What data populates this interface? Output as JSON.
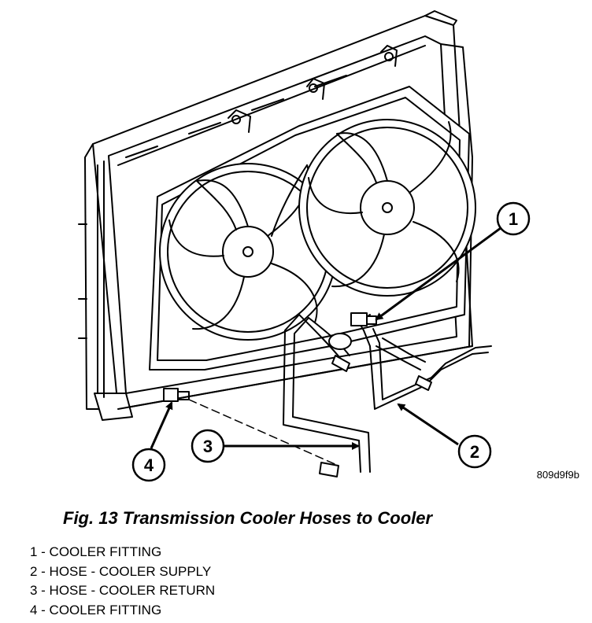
{
  "figure": {
    "reference_code": "809d9f9b",
    "callouts": [
      {
        "number": "1"
      },
      {
        "number": "2"
      },
      {
        "number": "3"
      },
      {
        "number": "4"
      }
    ]
  },
  "caption": "Fig. 13 Transmission Cooler Hoses to Cooler",
  "legend": [
    "1 - COOLER FITTING",
    "2 - HOSE - COOLER SUPPLY",
    "3 - HOSE - COOLER RETURN",
    "4 - COOLER FITTING"
  ],
  "colors": {
    "line": "#000000",
    "background": "#ffffff"
  }
}
